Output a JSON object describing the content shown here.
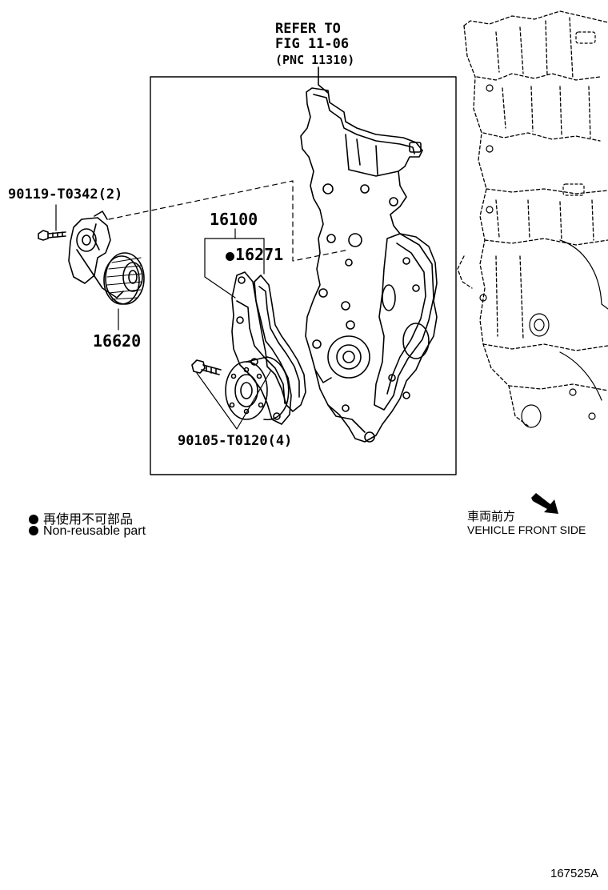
{
  "refer": {
    "line1": "REFER TO",
    "line2": "FIG 11-06",
    "line3": "(PNC 11310)"
  },
  "parts": {
    "bolt_tensioner": "90119-T0342(2)",
    "tensioner": "16620",
    "water_pump_assy": "16100",
    "gasket": "16271",
    "bolt_pump": "90105-T0120(4)"
  },
  "legend": {
    "jp": "再使用不可部品",
    "en": "Non-reusable part"
  },
  "direction": {
    "jp": "車両前方",
    "en": "VEHICLE FRONT SIDE"
  },
  "figure_id": "167525A"
}
